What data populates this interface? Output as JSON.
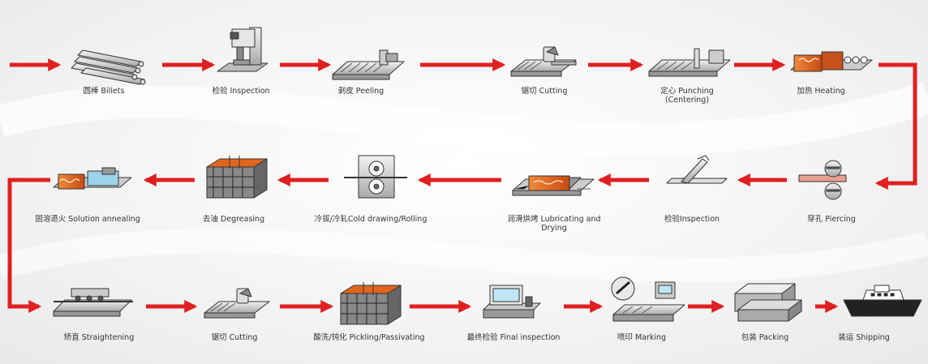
{
  "steps": [
    {
      "id": "billets",
      "label": "圆棒   Billets",
      "icon": "billets-icon"
    },
    {
      "id": "inspection-1",
      "label": "检验   Inspection",
      "icon": "inspection-machine-icon"
    },
    {
      "id": "peeling",
      "label": "剥皮 Peeling",
      "icon": "peeling-machine-icon"
    },
    {
      "id": "cutting-1",
      "label": "锯切 Cutting",
      "icon": "saw-cutting-icon"
    },
    {
      "id": "punching",
      "label": "定心   Punching\n(Centering)",
      "icon": "punching-machine-icon"
    },
    {
      "id": "heating",
      "label": "加热   Heating",
      "icon": "heating-furnace-icon"
    },
    {
      "id": "piercing",
      "label": "穿孔  Piercing",
      "icon": "piercing-rolls-icon"
    },
    {
      "id": "inspection-2",
      "label": "检验Inspection",
      "icon": "inspection-probe-icon"
    },
    {
      "id": "lubricating",
      "label": "润滑烘烤  Lubricating and\nDrying",
      "icon": "lubricating-oven-icon"
    },
    {
      "id": "cold-drawing",
      "label": "冷拔/冷轧Cold drawing/Rolling",
      "icon": "cold-drawing-icon"
    },
    {
      "id": "degreasing",
      "label": "去油   Degreasing",
      "icon": "degreasing-tank-icon"
    },
    {
      "id": "solution-annealing",
      "label": "固溶退火 Solution annealing",
      "icon": "annealing-furnace-icon"
    },
    {
      "id": "straightening",
      "label": "矫直  Straightening",
      "icon": "straightening-machine-icon"
    },
    {
      "id": "cutting-2",
      "label": "锯切 Cutting",
      "icon": "saw-cutting-icon"
    },
    {
      "id": "pickling",
      "label": "酸洗/钝化 Pickling/Passivating",
      "icon": "pickling-tank-icon"
    },
    {
      "id": "final-inspection",
      "label": "最终检验 Final inspection",
      "icon": "final-inspection-icon"
    },
    {
      "id": "marking",
      "label": "喷印   Marking",
      "icon": "marking-machine-icon"
    },
    {
      "id": "packing",
      "label": "包装   Packing",
      "icon": "packing-boxes-icon"
    },
    {
      "id": "shipping",
      "label": "装运    Shipping",
      "icon": "ship-icon"
    }
  ],
  "colors": {
    "arrow": "#e02020",
    "machine": "#c9c9c9",
    "outline": "#333333",
    "heat": "#e0661e",
    "water": "#7fc9e8"
  }
}
